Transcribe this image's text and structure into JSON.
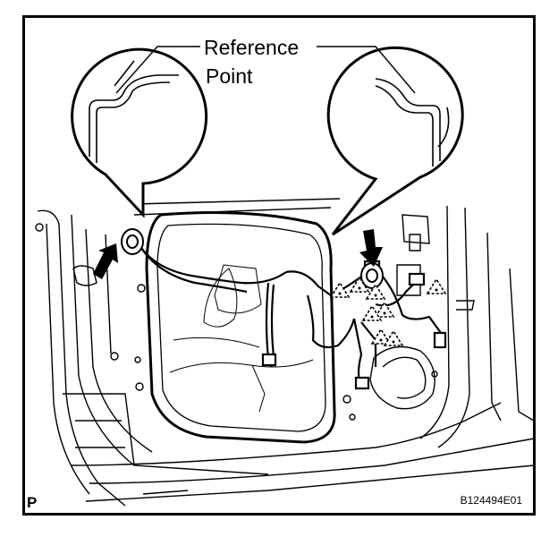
{
  "figure": {
    "callout_label_line1": "Reference",
    "callout_label_line2": "Point",
    "view_marker": "P",
    "figure_code": "B124494E01"
  }
}
